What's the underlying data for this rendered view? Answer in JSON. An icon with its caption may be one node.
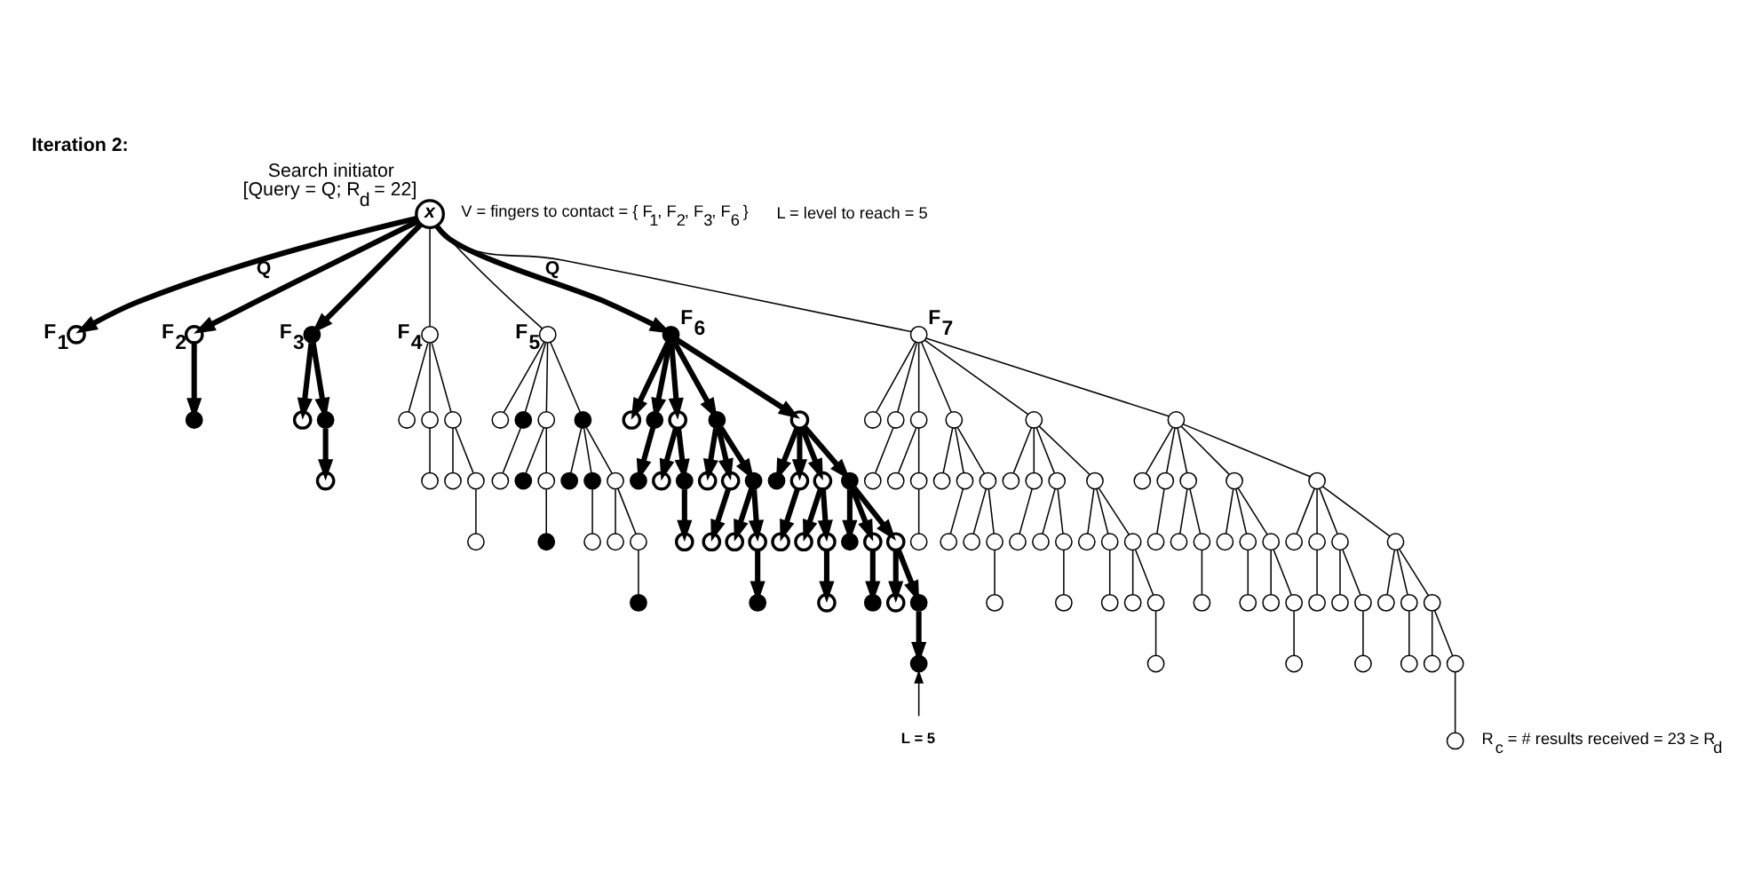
{
  "diagram": {
    "title": "Iteration 2:",
    "nodes": [
      {
        "text": [
          "x"
        ],
        "beside": [
          "Search initiator",
          "[Query = Q; R$_{d}$ = 22]"
        ]
      },
      {
        "text": [],
        "shape": "circle",
        "beside": [
          "F$_{1}$"
        ]
      },
      {
        "text": [],
        "shape": "circle",
        "beside": [
          "F$_{2}$"
        ]
      },
      {
        "text": [],
        "shape": "circle",
        "beside": [
          "F$_{3}$"
        ]
      },
      {
        "text": [],
        "shape": "circle",
        "beside": [
          "F$_{4}$"
        ]
      },
      {
        "text": [],
        "shape": "circle",
        "beside": [
          "F$_{5}$"
        ]
      },
      {
        "text": [],
        "shape": "circle",
        "beside": [
          "F$_{6}$"
        ]
      },
      {
        "text": [],
        "shape": "circle",
        "beside": [
          "F$_{7}$"
        ]
      },
      {
        "text": [],
        "shape": "circle"
      },
      {
        "text": [],
        "shape": "circle"
      },
      {
        "text": [],
        "shape": "circle"
      },
      {
        "text": [],
        "shape": "circle"
      },
      {
        "text": [],
        "shape": "circle"
      },
      {
        "text": [],
        "shape": "circle"
      },
      {
        "text": [],
        "shape": "circle"
      },
      {
        "text": [],
        "shape": "circle"
      },
      {
        "text": [],
        "shape": "circle"
      },
      {
        "text": [],
        "shape": "circle"
      },
      {
        "text": [],
        "shape": "circle"
      },
      {
        "text": [],
        "shape": "circle"
      },
      {
        "text": [],
        "shape": "circle"
      },
      {
        "text": [],
        "shape": "circle"
      },
      {
        "text": [],
        "shape": "circle"
      },
      {
        "text": [],
        "shape": "circle"
      },
      {
        "text": [],
        "shape": "circle"
      },
      {
        "text": [],
        "shape": "circle"
      },
      {
        "text": [],
        "shape": "circle"
      },
      {
        "text": [],
        "shape": "circle"
      },
      {
        "text": [],
        "shape": "circle"
      },
      {
        "text": [],
        "shape": "circle"
      },
      {
        "text": [],
        "shape": "circle"
      },
      {
        "text": [],
        "shape": "circle"
      },
      {
        "text": [],
        "shape": "circle"
      },
      {
        "text": [],
        "shape": "circle"
      },
      {
        "text": [],
        "shape": "circle"
      },
      {
        "text": [],
        "shape": "circle"
      },
      {
        "text": [],
        "shape": "circle"
      },
      {
        "text": [],
        "shape": "circle"
      },
      {
        "text": [],
        "shape": "circle"
      },
      {
        "text": [],
        "shape": "circle"
      },
      {
        "text": [],
        "shape": "circle"
      },
      {
        "text": [],
        "shape": "circle"
      },
      {
        "text": [],
        "shape": "circle"
      },
      {
        "text": [],
        "shape": "circle"
      },
      {
        "text": [],
        "shape": "circle"
      },
      {
        "text": [],
        "shape": "circle"
      },
      {
        "text": [],
        "shape": "circle"
      },
      {
        "text": [],
        "shape": "circle"
      },
      {
        "text": [],
        "shape": "circle"
      },
      {
        "text": [],
        "shape": "circle"
      },
      {
        "text": [],
        "shape": "circle"
      },
      {
        "text": [],
        "shape": "circle"
      },
      {
        "text": [],
        "shape": "circle"
      },
      {
        "text": [],
        "shape": "circle"
      },
      {
        "text": [],
        "shape": "circle"
      },
      {
        "text": [],
        "shape": "circle"
      },
      {
        "text": [],
        "shape": "circle"
      },
      {
        "text": [],
        "shape": "circle"
      },
      {
        "text": [],
        "shape": "circle"
      },
      {
        "text": [],
        "shape": "circle"
      },
      {
        "text": [],
        "shape": "circle"
      },
      {
        "text": [],
        "shape": "circle"
      },
      {
        "text": [],
        "shape": "circle"
      },
      {
        "text": [],
        "shape": "circle"
      },
      {
        "text": [],
        "shape": "circle"
      },
      {
        "text": [],
        "shape": "circle"
      },
      {
        "text": [],
        "shape": "circle"
      },
      {
        "text": [],
        "shape": "circle"
      },
      {
        "text": [],
        "shape": "circle"
      },
      {
        "text": [],
        "shape": "circle"
      },
      {
        "text": [],
        "shape": "circle"
      },
      {
        "text": [],
        "shape": "circle"
      },
      {
        "text": [],
        "shape": "circle"
      },
      {
        "text": [],
        "shape": "circle"
      },
      {
        "text": [],
        "shape": "circle"
      },
      {
        "text": [],
        "shape": "circle"
      },
      {
        "text": [],
        "shape": "circle"
      },
      {
        "text": [],
        "shape": "circle"
      },
      {
        "text": [],
        "shape": "circle"
      },
      {
        "text": [],
        "shape": "circle"
      },
      {
        "text": [],
        "shape": "circle"
      },
      {
        "text": [],
        "shape": "circle"
      },
      {
        "text": [],
        "shape": "circle"
      },
      {
        "text": [],
        "shape": "circle"
      },
      {
        "text": [],
        "shape": "circle"
      },
      {
        "text": [],
        "shape": "circle"
      },
      {
        "text": [],
        "shape": "circle"
      },
      {
        "text": [],
        "shape": "circle"
      },
      {
        "text": [],
        "shape": "circle"
      },
      {
        "text": [],
        "shape": "circle"
      },
      {
        "text": [],
        "shape": "circle"
      },
      {
        "text": [],
        "shape": "circle"
      },
      {
        "text": [],
        "shape": "circle"
      },
      {
        "text": [],
        "shape": "circle"
      },
      {
        "text": [],
        "shape": "circle"
      },
      {
        "text": [],
        "shape": "circle"
      },
      {
        "text": [],
        "shape": "circle"
      },
      {
        "text": [],
        "shape": "circle"
      },
      {
        "text": [],
        "shape": "circle"
      },
      {
        "text": [],
        "shape": "circle"
      },
      {
        "text": [],
        "shape": "circle"
      },
      {
        "text": [],
        "shape": "circle"
      },
      {
        "text": [],
        "shape": "circle"
      },
      {
        "text": [],
        "shape": "circle"
      },
      {
        "text": [],
        "shape": "circle"
      },
      {
        "text": [],
        "shape": "circle"
      },
      {
        "text": [],
        "shape": "circle"
      },
      {
        "text": [],
        "shape": "circle"
      },
      {
        "text": [],
        "shape": "circle"
      },
      {
        "text": [],
        "shape": "circle"
      },
      {
        "text": [],
        "shape": "circle"
      },
      {
        "text": [],
        "shape": "circle"
      },
      {
        "text": [],
        "shape": "circle"
      },
      {
        "text": [],
        "shape": "circle"
      },
      {
        "text": [],
        "shape": "circle"
      },
      {
        "text": [],
        "shape": "circle"
      },
      {
        "text": [],
        "shape": "circle"
      },
      {
        "text": [],
        "shape": "circle"
      },
      {
        "text": [],
        "shape": "circle"
      },
      {
        "text": [],
        "shape": "circle"
      },
      {
        "text": [],
        "shape": "circle"
      },
      {
        "text": [],
        "shape": "circle"
      },
      {
        "text": [],
        "shape": "circle"
      },
      {
        "text": [],
        "shape": "circle"
      },
      {
        "text": [],
        "shape": "circle"
      },
      {
        "text": [],
        "shape": "circle"
      },
      {
        "text": [],
        "shape": "circle"
      },
      {
        "text": [],
        "shape": "circle"
      },
      {
        "text": [
          "L = 5"
        ]
      }
    ],
    "edges": [
      {
        "from": 0,
        "to": 1,
        "arrow": "to",
        "style": "thick",
        "label": "Q"
      },
      {
        "from": 0,
        "to": 2,
        "arrow": "to",
        "style": "thick"
      },
      {
        "from": 0,
        "to": 3,
        "arrow": "to",
        "style": "thick"
      },
      {
        "from": 0,
        "to": 4,
        "arrow": "none"
      },
      {
        "from": 0,
        "to": 5,
        "arrow": "none"
      },
      {
        "from": 0,
        "to": 6,
        "arrow": "to",
        "style": "thick",
        "label": "Q"
      },
      {
        "from": 0,
        "to": 7,
        "arrow": "none"
      },
      {
        "from": 2,
        "to": 8,
        "arrow": "to",
        "style": "thick"
      },
      {
        "from": 3,
        "to": 9,
        "arrow": "to",
        "style": "thick"
      },
      {
        "from": 3,
        "to": 10,
        "arrow": "to",
        "style": "thick"
      },
      {
        "from": 4,
        "to": 11,
        "arrow": "none"
      },
      {
        "from": 4,
        "to": 12,
        "arrow": "none"
      },
      {
        "from": 4,
        "to": 13,
        "arrow": "none"
      },
      {
        "from": 5,
        "to": 14,
        "arrow": "none"
      },
      {
        "from": 5,
        "to": 15,
        "arrow": "none"
      },
      {
        "from": 5,
        "to": 16,
        "arrow": "none"
      },
      {
        "from": 5,
        "to": 17,
        "arrow": "none"
      },
      {
        "from": 6,
        "to": 18,
        "arrow": "to",
        "style": "thick"
      },
      {
        "from": 6,
        "to": 19,
        "arrow": "to",
        "style": "thick"
      },
      {
        "from": 6,
        "to": 20,
        "arrow": "to",
        "style": "thick"
      },
      {
        "from": 6,
        "to": 21,
        "arrow": "to",
        "style": "thick"
      },
      {
        "from": 6,
        "to": 22,
        "arrow": "to",
        "style": "thick"
      },
      {
        "from": 7,
        "to": 23,
        "arrow": "none"
      },
      {
        "from": 7,
        "to": 24,
        "arrow": "none"
      },
      {
        "from": 7,
        "to": 25,
        "arrow": "none"
      },
      {
        "from": 7,
        "to": 26,
        "arrow": "none"
      },
      {
        "from": 7,
        "to": 27,
        "arrow": "none"
      },
      {
        "from": 7,
        "to": 28,
        "arrow": "none"
      },
      {
        "from": 10,
        "to": 29,
        "arrow": "to",
        "style": "thick"
      },
      {
        "from": 12,
        "to": 30,
        "arrow": "none"
      },
      {
        "from": 13,
        "to": 31,
        "arrow": "none"
      },
      {
        "from": 13,
        "to": 32,
        "arrow": "none"
      },
      {
        "from": 15,
        "to": 33,
        "arrow": "none"
      },
      {
        "from": 16,
        "to": 34,
        "arrow": "none"
      },
      {
        "from": 16,
        "to": 35,
        "arrow": "none"
      },
      {
        "from": 17,
        "to": 36,
        "arrow": "none"
      },
      {
        "from": 17,
        "to": 37,
        "arrow": "none"
      },
      {
        "from": 17,
        "to": 38,
        "arrow": "none"
      },
      {
        "from": 19,
        "to": 39,
        "arrow": "to",
        "style": "thick"
      },
      {
        "from": 20,
        "to": 40,
        "arrow": "to",
        "style": "thick"
      },
      {
        "from": 20,
        "to": 41,
        "arrow": "to",
        "style": "thick"
      },
      {
        "from": 21,
        "to": 42,
        "arrow": "to",
        "style": "thick"
      },
      {
        "from": 21,
        "to": 43,
        "arrow": "to",
        "style": "thick"
      },
      {
        "from": 21,
        "to": 44,
        "arrow": "to",
        "style": "thick"
      },
      {
        "from": 22,
        "to": 45,
        "arrow": "to",
        "style": "thick"
      },
      {
        "from": 22,
        "to": 46,
        "arrow": "to",
        "style": "thick"
      },
      {
        "from": 22,
        "to": 47,
        "arrow": "to",
        "style": "thick"
      },
      {
        "from": 22,
        "to": 48,
        "arrow": "to",
        "style": "thick"
      },
      {
        "from": 24,
        "to": 49,
        "arrow": "none"
      },
      {
        "from": 25,
        "to": 50,
        "arrow": "none"
      },
      {
        "from": 25,
        "to": 51,
        "arrow": "none"
      },
      {
        "from": 26,
        "to": 52,
        "arrow": "none"
      },
      {
        "from": 26,
        "to": 53,
        "arrow": "none"
      },
      {
        "from": 26,
        "to": 54,
        "arrow": "none"
      },
      {
        "from": 27,
        "to": 55,
        "arrow": "none"
      },
      {
        "from": 27,
        "to": 56,
        "arrow": "none"
      },
      {
        "from": 27,
        "to": 57,
        "arrow": "none"
      },
      {
        "from": 27,
        "to": 58,
        "arrow": "none"
      },
      {
        "from": 28,
        "to": 59,
        "arrow": "none"
      },
      {
        "from": 28,
        "to": 60,
        "arrow": "none"
      },
      {
        "from": 28,
        "to": 61,
        "arrow": "none"
      },
      {
        "from": 28,
        "to": 62,
        "arrow": "none"
      },
      {
        "from": 28,
        "to": 63,
        "arrow": "none"
      },
      {
        "from": 32,
        "to": 64,
        "arrow": "none"
      },
      {
        "from": 35,
        "to": 65,
        "arrow": "none"
      },
      {
        "from": 37,
        "to": 66,
        "arrow": "none"
      },
      {
        "from": 38,
        "to": 67,
        "arrow": "none"
      },
      {
        "from": 38,
        "to": 68,
        "arrow": "none"
      },
      {
        "from": 41,
        "to": 69,
        "arrow": "to",
        "style": "thick"
      },
      {
        "from": 43,
        "to": 70,
        "arrow": "to",
        "style": "thick"
      },
      {
        "from": 44,
        "to": 71,
        "arrow": "to",
        "style": "thick"
      },
      {
        "from": 44,
        "to": 72,
        "arrow": "to",
        "style": "thick"
      },
      {
        "from": 46,
        "to": 73,
        "arrow": "to",
        "style": "thick"
      },
      {
        "from": 47,
        "to": 74,
        "arrow": "to",
        "style": "thick"
      },
      {
        "from": 47,
        "to": 75,
        "arrow": "to",
        "style": "thick"
      },
      {
        "from": 48,
        "to": 76,
        "arrow": "to",
        "style": "thick"
      },
      {
        "from": 48,
        "to": 77,
        "arrow": "to",
        "style": "thick"
      },
      {
        "from": 48,
        "to": 78,
        "arrow": "to",
        "style": "thick"
      },
      {
        "from": 51,
        "to": 79,
        "arrow": "none"
      },
      {
        "from": 53,
        "to": 80,
        "arrow": "none"
      },
      {
        "from": 54,
        "to": 81,
        "arrow": "none"
      },
      {
        "from": 54,
        "to": 82,
        "arrow": "none"
      },
      {
        "from": 56,
        "to": 83,
        "arrow": "none"
      },
      {
        "from": 57,
        "to": 84,
        "arrow": "none"
      },
      {
        "from": 57,
        "to": 85,
        "arrow": "none"
      },
      {
        "from": 58,
        "to": 86,
        "arrow": "none"
      },
      {
        "from": 58,
        "to": 87,
        "arrow": "none"
      },
      {
        "from": 58,
        "to": 88,
        "arrow": "none"
      },
      {
        "from": 60,
        "to": 89,
        "arrow": "none"
      },
      {
        "from": 61,
        "to": 90,
        "arrow": "none"
      },
      {
        "from": 61,
        "to": 91,
        "arrow": "none"
      },
      {
        "from": 62,
        "to": 92,
        "arrow": "none"
      },
      {
        "from": 62,
        "to": 93,
        "arrow": "none"
      },
      {
        "from": 62,
        "to": 94,
        "arrow": "none"
      },
      {
        "from": 63,
        "to": 95,
        "arrow": "none"
      },
      {
        "from": 63,
        "to": 96,
        "arrow": "none"
      },
      {
        "from": 63,
        "to": 97,
        "arrow": "none"
      },
      {
        "from": 63,
        "to": 98,
        "arrow": "none"
      },
      {
        "from": 68,
        "to": 99,
        "arrow": "none"
      },
      {
        "from": 72,
        "to": 100,
        "arrow": "to",
        "style": "thick"
      },
      {
        "from": 75,
        "to": 101,
        "arrow": "to",
        "style": "thick"
      },
      {
        "from": 77,
        "to": 102,
        "arrow": "to",
        "style": "thick"
      },
      {
        "from": 78,
        "to": 103,
        "arrow": "to",
        "style": "thick"
      },
      {
        "from": 78,
        "to": 104,
        "arrow": "to",
        "style": "thick"
      },
      {
        "from": 82,
        "to": 105,
        "arrow": "none"
      },
      {
        "from": 85,
        "to": 106,
        "arrow": "none"
      },
      {
        "from": 87,
        "to": 107,
        "arrow": "none"
      },
      {
        "from": 88,
        "to": 108,
        "arrow": "none"
      },
      {
        "from": 88,
        "to": 109,
        "arrow": "none"
      },
      {
        "from": 91,
        "to": 110,
        "arrow": "none"
      },
      {
        "from": 93,
        "to": 111,
        "arrow": "none"
      },
      {
        "from": 94,
        "to": 112,
        "arrow": "none"
      },
      {
        "from": 94,
        "to": 113,
        "arrow": "none"
      },
      {
        "from": 96,
        "to": 114,
        "arrow": "none"
      },
      {
        "from": 97,
        "to": 115,
        "arrow": "none"
      },
      {
        "from": 97,
        "to": 116,
        "arrow": "none"
      },
      {
        "from": 98,
        "to": 117,
        "arrow": "none"
      },
      {
        "from": 98,
        "to": 118,
        "arrow": "none"
      },
      {
        "from": 98,
        "to": 119,
        "arrow": "none"
      },
      {
        "from": 104,
        "to": 120,
        "arrow": "to",
        "style": "thick"
      },
      {
        "from": 109,
        "to": 121,
        "arrow": "none"
      },
      {
        "from": 113,
        "to": 122,
        "arrow": "none"
      },
      {
        "from": 116,
        "to": 123,
        "arrow": "none"
      },
      {
        "from": 118,
        "to": 124,
        "arrow": "none"
      },
      {
        "from": 119,
        "to": 125,
        "arrow": "none"
      },
      {
        "from": 119,
        "to": 126,
        "arrow": "none"
      },
      {
        "from": 126,
        "to": 127,
        "arrow": "none"
      },
      {
        "from": 128,
        "to": 120,
        "arrow": "to"
      }
    ],
    "labels": [
      "V = fingers to contact = { F$_{1}$, F$_{2}$, F$_{3}$, F$_{6}$ }",
      "L = level to reach = 5",
      "R$_{c}$ = # results received = 23 ≥ R$_{d}$"
    ]
  }
}
